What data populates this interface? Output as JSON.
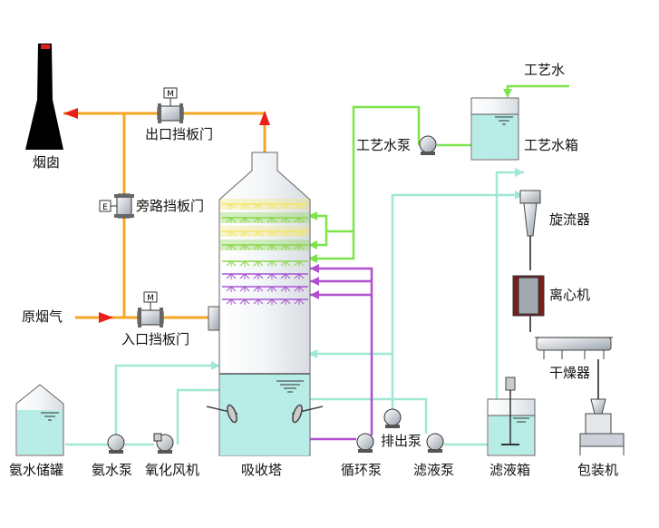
{
  "labels": {
    "chimney": "烟囱",
    "outlet_damper": "出口挡板门",
    "bypass_damper": "旁路挡板门",
    "raw_flue_gas": "原烟气",
    "inlet_damper": "入口挡板门",
    "ammonia_tank": "氨水储罐",
    "ammonia_pump": "氨水泵",
    "oxidation_fan": "氧化风机",
    "absorber": "吸收塔",
    "circulation_pump": "循环泵",
    "discharge_pump": "排出泵",
    "filtrate_pump": "滤液泵",
    "filtrate_tank": "滤液箱",
    "packing_machine": "包装机",
    "process_water": "工艺水",
    "process_water_pump": "工艺水泵",
    "process_water_tank": "工艺水箱",
    "cyclone": "旋流器",
    "centrifuge": "离心机",
    "dryer": "干燥器",
    "damper_symbol_m": "M",
    "damper_symbol_bypass": "E"
  },
  "colors": {
    "flue": "#f5a623",
    "flue_arrow": "#e8201a",
    "clean_water": "#7de34a",
    "slurry": "#9fe8d6",
    "circulation": "#b04fd0",
    "tank_fill": "#b7ede6",
    "spray_yellow": "#f3e66a",
    "spray_green": "#8ad64a",
    "spray_purple": "#a855d0"
  }
}
